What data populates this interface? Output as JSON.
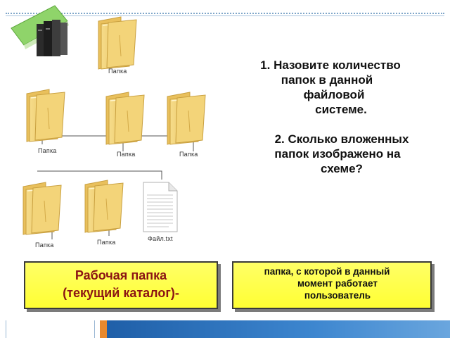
{
  "captions": {
    "top": "Папка",
    "row1_left": "Папка",
    "row1_mid": "Папка",
    "row1_right": "Папка",
    "row2_left": "Папка",
    "row2_mid": "Папка",
    "file": "Файл.txt"
  },
  "questions": [
    [
      "1. Назовите количество",
      "папок в данной",
      "файловой",
      "системе."
    ],
    [
      "2. Сколько вложенных",
      "папок изображено на",
      "схеме?"
    ]
  ],
  "definition": {
    "term": [
      "Рабочая папка",
      "(текущий каталог)-"
    ],
    "meaning": [
      "папка, с которой в данный",
      "момент работает",
      "пользователь"
    ]
  },
  "colors": {
    "box_fill": "#ffff33",
    "term_text": "#8b1414",
    "bar_blue": "#1f5fa8",
    "bar_orange": "#e8892d",
    "folder": "#f2cf6e"
  },
  "icons": [
    "books-icon",
    "folder-icon",
    "text-file-icon"
  ]
}
